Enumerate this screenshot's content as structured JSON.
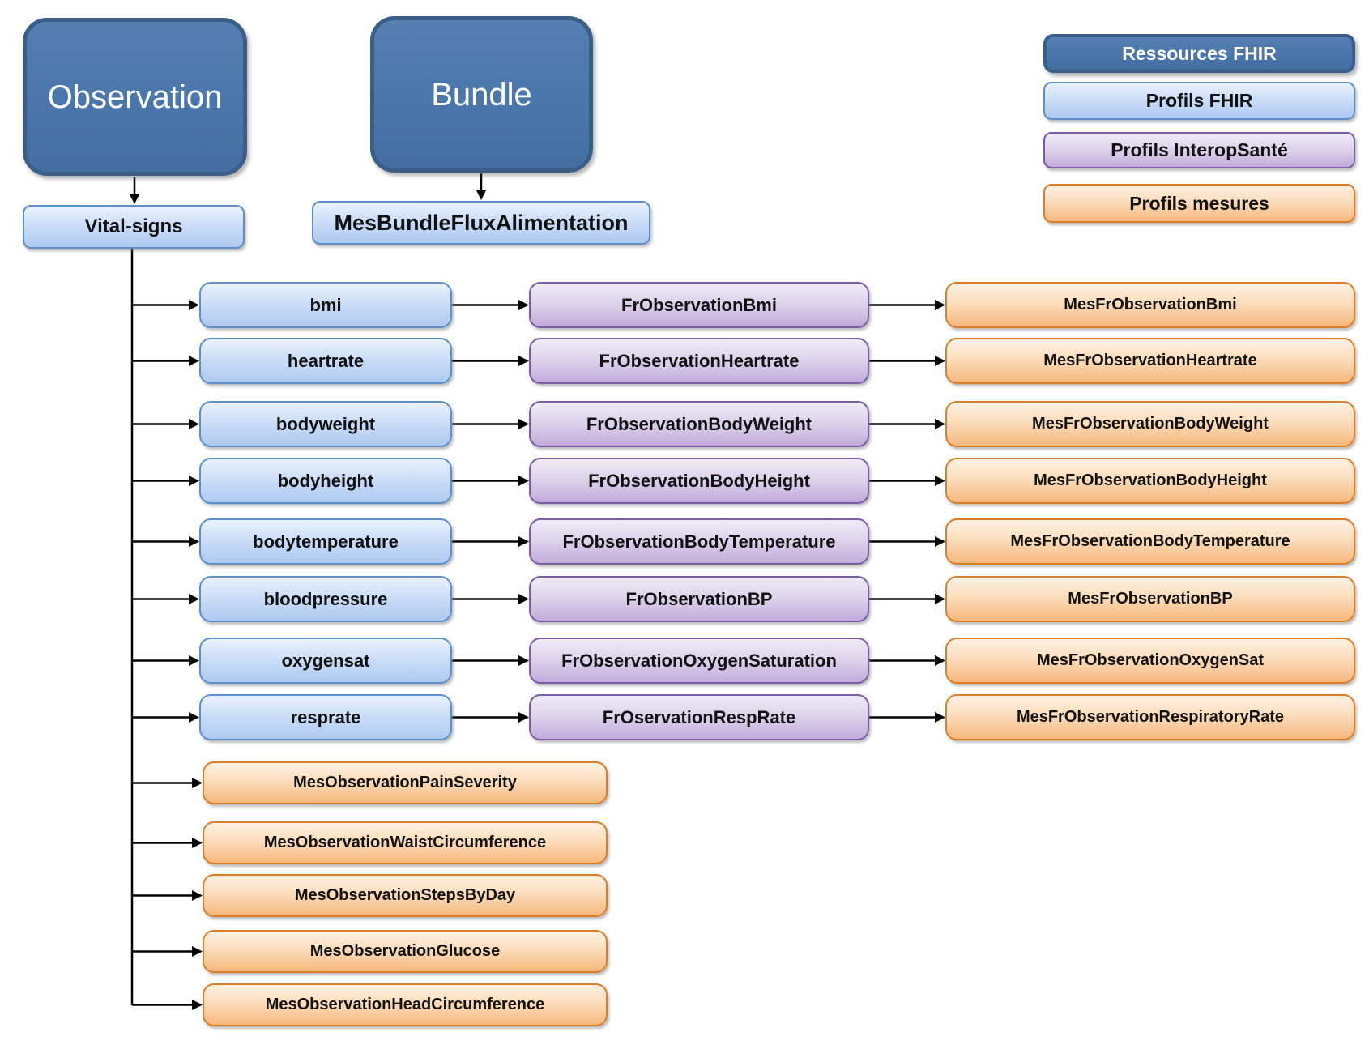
{
  "nodes": {
    "observation": "Observation",
    "bundle": "Bundle",
    "vital_signs": "Vital-signs",
    "bundle_profile": "MesBundleFluxAlimentation"
  },
  "legend": {
    "items": [
      {
        "label": "Ressources FHIR",
        "category": "ressources-fhir"
      },
      {
        "label": "Profils FHIR",
        "category": "profils-fhir"
      },
      {
        "label": "Profils InteropSanté",
        "category": "profils-interopsante"
      },
      {
        "label": "Profils mesures",
        "category": "profils-mesures"
      }
    ]
  },
  "rows": [
    {
      "vital_sign": "bmi",
      "profil_interopsante": "FrObservationBmi",
      "profil_mesure": "MesFrObservationBmi"
    },
    {
      "vital_sign": "heartrate",
      "profil_interopsante": "FrObservationHeartrate",
      "profil_mesure": "MesFrObservationHeartrate"
    },
    {
      "vital_sign": "bodyweight",
      "profil_interopsante": "FrObservationBodyWeight",
      "profil_mesure": "MesFrObservationBodyWeight"
    },
    {
      "vital_sign": "bodyheight",
      "profil_interopsante": "FrObservationBodyHeight",
      "profil_mesure": "MesFrObservationBodyHeight"
    },
    {
      "vital_sign": "bodytemperature",
      "profil_interopsante": "FrObservationBodyTemperature",
      "profil_mesure": "MesFrObservationBodyTemperature"
    },
    {
      "vital_sign": "bloodpressure",
      "profil_interopsante": "FrObservationBP",
      "profil_mesure": "MesFrObservationBP"
    },
    {
      "vital_sign": "oxygensat",
      "profil_interopsante": "FrObservationOxygenSaturation",
      "profil_mesure": "MesFrObservationOxygenSat"
    },
    {
      "vital_sign": "resprate",
      "profil_interopsante": "FrOservationRespRate",
      "profil_mesure": "MesFrObservationRespiratoryRate"
    }
  ],
  "extra_mesures": [
    "MesObservationPainSeverity",
    "MesObservationWaistCircumference",
    "MesObservationStepsByDay",
    "MesObservationGlucose",
    "MesObservationHeadCircumference"
  ],
  "colors": {
    "ressource_fill": "#4A76AB",
    "ressource_border": "#3A5E88",
    "profil_fhir_top": "#EBF2FD",
    "profil_fhir_bottom": "#AEC9F0",
    "profil_fhir_border": "#5E8FCB",
    "interop_top": "#F0EBF6",
    "interop_bottom": "#C2ACDB",
    "interop_border": "#7C5CA6",
    "mesure_top": "#FDF1E3",
    "mesure_bottom": "#F6B87D",
    "mesure_border": "#DD7E27",
    "arrow": "#000000",
    "text_dark": "#111111",
    "text_light": "#FFFFFF"
  }
}
